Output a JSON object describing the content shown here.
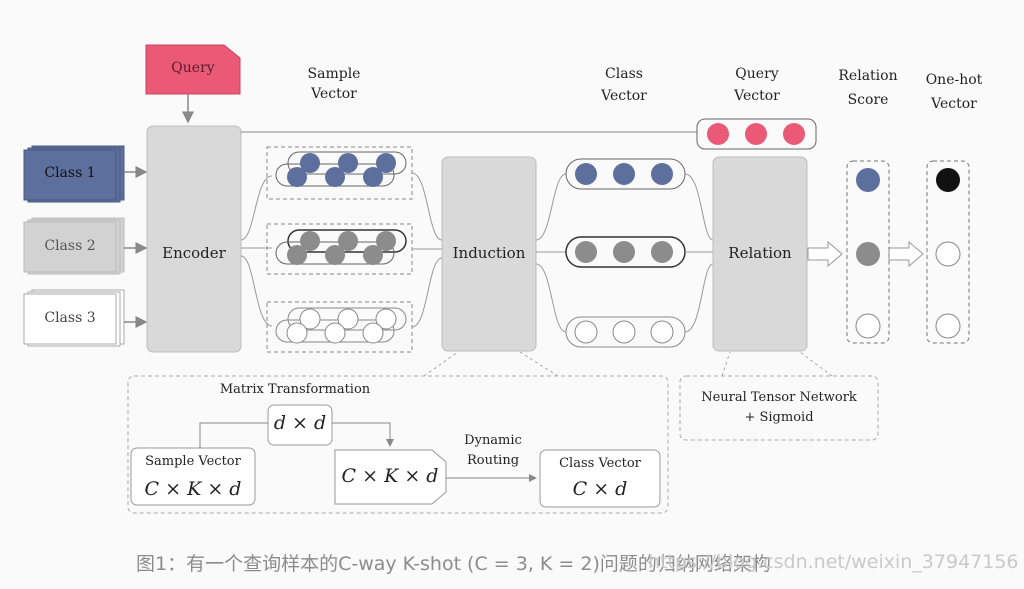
{
  "labels": {
    "query": "Query",
    "sample_vector_line1": "Sample",
    "sample_vector_line2": "Vector",
    "class_vector_line1": "Class",
    "class_vector_line2": "Vector",
    "query_vector_line1": "Query",
    "query_vector_line2": "Vector",
    "relation_score_line1": "Relation",
    "relation_score_line2": "Score",
    "onehot_line1": "One-hot",
    "onehot_line2": "Vector",
    "class1": "Class 1",
    "class2": "Class 2",
    "class3": "Class 3",
    "encoder": "Encoder",
    "induction": "Induction",
    "relation": "Relation",
    "ntn_line1": "Neural Tensor Network",
    "ntn_line2": "+ Sigmoid"
  },
  "detail": {
    "matrix_transformation": "Matrix Transformation",
    "dxd": "d × d",
    "sample_vector": "Sample Vector",
    "ckd": "C × K × d",
    "dynamic_line1": "Dynamic",
    "dynamic_line2": "Routing",
    "class_vector": "Class Vector",
    "cd": "C × d"
  },
  "caption": "图1：有一个查询样本的C-way K-shot (C = 3, K = 2)问题的归纳网络架构",
  "watermark": "https://blog.csdn.net/weixin_37947156",
  "colors": {
    "query_pink": "#ea5a77",
    "class_blue": "#5d6f9c",
    "class_gray": "#8c8c8c",
    "module_gray": "#d9d9d9",
    "onehot_black": "#111111"
  }
}
